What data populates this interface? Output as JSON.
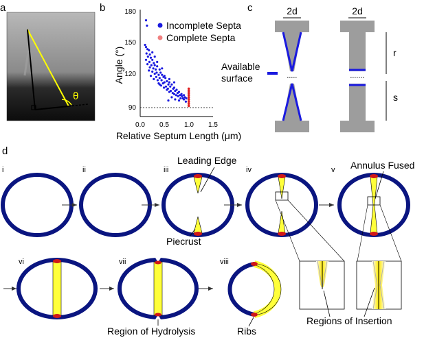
{
  "panels": {
    "a": "a",
    "b": "b",
    "c": "c",
    "d": "d"
  },
  "panel_a": {
    "theta": "θ"
  },
  "panel_b": {
    "chart_data": {
      "type": "scatter",
      "xlabel": "Relative Septum Length (μm)",
      "ylabel": "Angle (°)",
      "xlim": [
        0,
        1.5
      ],
      "ylim": [
        80,
        180
      ],
      "x_ticks": [
        "0.0",
        "0.5",
        "1.0",
        "1.5"
      ],
      "y_ticks": [
        "180",
        "150",
        "120",
        "90"
      ],
      "reference_line_y": 90,
      "legend": [
        "Incomplete Septa",
        "Complete Septa"
      ],
      "series": [
        {
          "name": "Incomplete Septa",
          "color": "#1a1adf",
          "points": [
            [
              0.12,
              170
            ],
            [
              0.14,
              165
            ],
            [
              0.1,
              147
            ],
            [
              0.12,
              145
            ],
            [
              0.15,
              143
            ],
            [
              0.18,
              142
            ],
            [
              0.13,
              139
            ],
            [
              0.2,
              138
            ],
            [
              0.16,
              136
            ],
            [
              0.22,
              135
            ],
            [
              0.12,
              133
            ],
            [
              0.25,
              133
            ],
            [
              0.19,
              131
            ],
            [
              0.28,
              130
            ],
            [
              0.15,
              129
            ],
            [
              0.23,
              128
            ],
            [
              0.3,
              128
            ],
            [
              0.35,
              127
            ],
            [
              0.2,
              126
            ],
            [
              0.27,
              125
            ],
            [
              0.32,
              124
            ],
            [
              0.4,
              124
            ],
            [
              0.18,
              123
            ],
            [
              0.25,
              122
            ],
            [
              0.34,
              121
            ],
            [
              0.42,
              121
            ],
            [
              0.3,
              120
            ],
            [
              0.38,
              119
            ],
            [
              0.45,
              119
            ],
            [
              0.22,
              118
            ],
            [
              0.33,
              117
            ],
            [
              0.48,
              117
            ],
            [
              0.4,
              116
            ],
            [
              0.52,
              116
            ],
            [
              0.28,
              115
            ],
            [
              0.36,
              114
            ],
            [
              0.44,
              114
            ],
            [
              0.55,
              113
            ],
            [
              0.5,
              112
            ],
            [
              0.6,
              112
            ],
            [
              0.38,
              111
            ],
            [
              0.47,
              111
            ],
            [
              0.58,
              110
            ],
            [
              0.65,
              110
            ],
            [
              0.43,
              109
            ],
            [
              0.53,
              108
            ],
            [
              0.62,
              108
            ],
            [
              0.7,
              107
            ],
            [
              0.49,
              107
            ],
            [
              0.57,
              106
            ],
            [
              0.68,
              106
            ],
            [
              0.75,
              105
            ],
            [
              0.55,
              105
            ],
            [
              0.63,
              104
            ],
            [
              0.72,
              104
            ],
            [
              0.8,
              103
            ],
            [
              0.6,
              103
            ],
            [
              0.67,
              102
            ],
            [
              0.77,
              102
            ],
            [
              0.85,
              101
            ],
            [
              0.7,
              101
            ],
            [
              0.74,
              100
            ],
            [
              0.82,
              100
            ],
            [
              0.9,
              100
            ],
            [
              0.78,
              99
            ],
            [
              0.86,
              99
            ],
            [
              0.92,
              98
            ],
            [
              0.65,
              98
            ],
            [
              0.83,
              97
            ],
            [
              0.88,
              97
            ],
            [
              0.95,
              97
            ],
            [
              0.72,
              96
            ],
            [
              0.9,
              96
            ],
            [
              0.58,
              95
            ],
            [
              0.8,
              95
            ],
            [
              0.94,
              94
            ],
            [
              0.5,
              118
            ],
            [
              0.45,
              125
            ],
            [
              0.35,
              131
            ],
            [
              0.25,
              140
            ],
            [
              0.6,
              115
            ],
            [
              0.3,
              136
            ],
            [
              0.4,
              110
            ],
            [
              0.7,
              112
            ]
          ]
        },
        {
          "name": "Complete Septa",
          "color": "#e02020",
          "points": [
            [
              1.0,
              90
            ],
            [
              1.0,
              92
            ],
            [
              1.0,
              94
            ],
            [
              1.0,
              96
            ],
            [
              1.0,
              98
            ],
            [
              1.0,
              100
            ],
            [
              1.0,
              102
            ],
            [
              1.0,
              104
            ],
            [
              1.0,
              106
            ]
          ]
        }
      ]
    }
  },
  "panel_c": {
    "label_2d": "2d",
    "label_r": "r",
    "label_s": "s",
    "available_surface": "Available\nsurface"
  },
  "panel_d": {
    "stages": [
      "i",
      "ii",
      "iii",
      "iv",
      "v",
      "vi",
      "vii",
      "viii"
    ],
    "annotations": {
      "leading_edge": "Leading Edge",
      "piecrust": "Piecrust",
      "annulus_fused": "Annulus Fused",
      "regions_of_insertion": "Regions of Insertion",
      "region_of_hydrolysis": "Region of Hydrolysis",
      "ribs": "Ribs"
    }
  },
  "colors": {
    "wall": "#0a1580",
    "septum": "#ffff3a",
    "piecrust": "#d01818",
    "blue": "#1a1adf",
    "grey": "#9d9d9d"
  }
}
